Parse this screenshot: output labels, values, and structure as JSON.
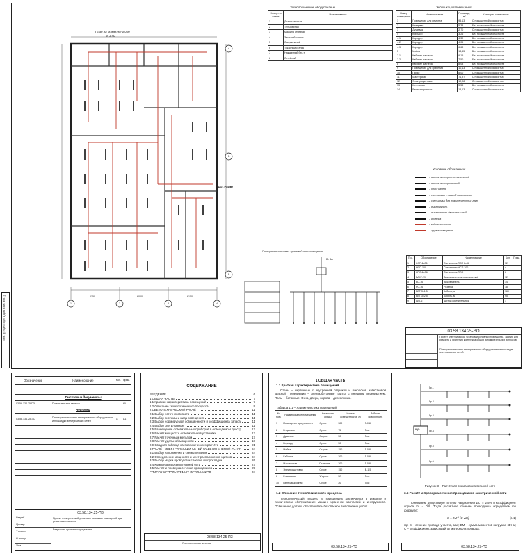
{
  "sheet_main": {
    "plan_title": "План на отметке 0.000",
    "plan_scale": "М 1:50",
    "drawing_code": "03.58.134.25-ЭО",
    "dims_bottom": [
      "6150",
      "6000",
      "6150"
    ],
    "axes_bottom": [
      "1",
      "2",
      "3",
      "4"
    ],
    "axes_right": [
      "А",
      "Б",
      "В"
    ],
    "riser_label": "ЩО1 Р=4кВт",
    "one_line_title": "Принципиальная схема групповой сети освещения",
    "feeder_label": "Вт ВА",
    "title_block_desc": "Проект электрической установки основных помещений, здания для ремонта и хранения комплекса общих вспомогательных вопросов",
    "title_block_sheet": "План расположения электрического оборудования и прокладки электрических сетей"
  },
  "equipment_table": {
    "title": "Технологическое оборудование",
    "headers": [
      "Номер на плане",
      "Наименование"
    ],
    "rows": [
      [
        "1",
        "Дизель-агрегат"
      ],
      [
        "2",
        "Тельферная"
      ],
      [
        "3",
        "Машина отрезная"
      ],
      [
        "4",
        "Заточной станок"
      ],
      [
        "5",
        "Сверлильный"
      ],
      [
        "6",
        "Токарный станок"
      ],
      [
        "7",
        "Наждачный бес-т"
      ],
      [
        "8",
        "Литейный"
      ]
    ]
  },
  "rooms_table": {
    "title": "Экспликация помещений",
    "headers": [
      "Номер помещения",
      "Наименование",
      "Площадь, м²",
      "Категория помещения"
    ],
    "rows": [
      [
        "1",
        "Помещение для ремонта",
        "95,13",
        "С повышенной опасностью"
      ],
      [
        "2",
        "Кладовая",
        "5,38",
        "Без повышенной опасности"
      ],
      [
        "3",
        "Душевая",
        "2,70",
        "С повышенной опасностью"
      ],
      [
        "4",
        "Коридор",
        "3,26",
        "Без повышенной опасности"
      ],
      [
        "4.1",
        "Коридор",
        "4,30",
        "Без повышенной опасности"
      ],
      [
        "4.2",
        "Коридор",
        "4,05",
        "Без повышенной опасности"
      ],
      [
        "4.3",
        "Коридор",
        "6,63",
        "Без повышенной опасности"
      ],
      [
        "5",
        "Мойка",
        "18,45",
        "Без повышенной опасности"
      ],
      [
        "7.1",
        "Кабинет мастера",
        "9,15",
        "Без повышенной опасности"
      ],
      [
        "7.2",
        "Кабинет мастера",
        "7,50",
        "Без повышенной опасности"
      ],
      [
        "8",
        "Кабинет мастера",
        "8,08",
        "Без повышенной опасности"
      ],
      [
        "9",
        "Помещение для хранения",
        "10,13",
        "С повышенной опасностью"
      ],
      [
        "10",
        "Гараж",
        "8,00",
        "С повышенной опасностью"
      ],
      [
        "11",
        "Мастерская",
        "71,97",
        "С повышенной опасностью"
      ],
      [
        "12",
        "Электрощитовая",
        "10,08",
        "С повышенной опасностью"
      ],
      [
        "13",
        "Котельная",
        "5,53",
        "Без повышенной опасности"
      ],
      [
        "14",
        "Вентиляционная",
        "14,13",
        "С повышенной опасностью"
      ]
    ]
  },
  "legend": {
    "title": "Условные обозначения",
    "items": [
      "– щиток электроосветительный",
      "– щиток электросиловой",
      "– опуск кабеля",
      "– светильник с лампой накаливания",
      "– светильник для люминесцентных ламп",
      "– выключатель",
      "– выключатель двухклавишный",
      "– розетка",
      "– кабельные линии",
      "– группа освещения"
    ]
  },
  "spec_table": {
    "headers": [
      "Поз.",
      "Обозначение",
      "Наименование",
      "Кол.",
      "Прим."
    ],
    "rows": [
      [
        "1",
        "ЛСП-2х36",
        "Светильник ЛСП 2х36",
        "32",
        ""
      ],
      [
        "2",
        "НСП-100",
        "Светильник НСП 100",
        "4",
        ""
      ],
      [
        "3",
        "ЛПО-2х36",
        "Светильник ЛПО",
        "6",
        ""
      ],
      [
        "4",
        "ВА47-29",
        "Выключатель автоматический",
        "12",
        ""
      ],
      [
        "5",
        "ВС-16",
        "Выключатель",
        "14",
        ""
      ],
      [
        "6",
        "РС-16",
        "Розетка",
        "18",
        ""
      ],
      [
        "7",
        "ВВГ-3х1,5",
        "Кабель, м",
        "180",
        ""
      ],
      [
        "8",
        "ВВГ-3х2,5",
        "Кабель, м",
        "95",
        ""
      ],
      [
        "9",
        "ЩО-6",
        "Щиток осветительный",
        "1",
        ""
      ]
    ]
  },
  "page1": {
    "headers": [
      "Обозначение",
      "Наименование",
      "Кол.",
      "Прим."
    ],
    "sections": [
      {
        "title": "",
        "rows": []
      },
      {
        "title": "Текстовые документы",
        "rows": [
          [
            "03.58.134.25-ПЗ",
            "Пояснительная записка",
            "",
            "60"
          ]
        ]
      },
      {
        "title": "Чертежи",
        "rows": [
          [
            "03.58.134.25-ЭО",
            "Плана расположения электрического оборудования и прокладки электрических сетей",
            "1",
            "А1"
          ]
        ]
      }
    ],
    "stamp_code": "03.58.134.25-ПЗ",
    "stamp_desc": "Проект электрической установки основных помещений для ремонта и хранения",
    "stamp_sheet": "Ведомость проектных документов",
    "roles": [
      "Разраб.",
      "Провер.",
      "Т.контр.",
      "Н.контр.",
      "Утв."
    ]
  },
  "page2": {
    "title": "СОДЕРЖАНИЕ",
    "toc": [
      [
        "ВВЕДЕНИЕ",
        "6"
      ],
      [
        "1 ОБЩАЯ ЧАСТЬ",
        "7"
      ],
      [
        "1.1 Краткая характеристика помещений",
        "7"
      ],
      [
        "1.2 Описание технологического процесса",
        "9"
      ],
      [
        "2 СВЕТОТЕХНИЧЕСКИЙ РАСЧЁТ",
        "11"
      ],
      [
        "2.1 Выбор источников света",
        "11"
      ],
      [
        "2.2 Выбор системы и вида освещения",
        "11"
      ],
      [
        "2.3 Выбор нормируемой освещённости и коэффициента запаса",
        "11"
      ],
      [
        "2.4 Выбор светильников",
        "11"
      ],
      [
        "2.5 Размещение осветительных приборов в освещаемом пространстве",
        "12"
      ],
      [
        "2.6 Расчёт мощности осветительной установки",
        "13"
      ],
      [
        "2.7 Расчёт точечным методом",
        "17"
      ],
      [
        "2.8 Расчёт удельной мощности",
        "18"
      ],
      [
        "2.9 Сводная таблица светотехнического расчёта",
        "21"
      ],
      [
        "3 РАСЧЁТ ЭЛЕКТРИЧЕСКИХ СЕТЕЙ ОСВЕТИТЕЛЬНОЙ УСТАНОВКИ",
        "24"
      ],
      [
        "3.1 Выбор напряжения и схемы питания",
        "24"
      ],
      [
        "3.2 Определение мощности и мест расположения щитков",
        "24"
      ],
      [
        "3.3 Выбор марки проводов и способа их прокладки",
        "26"
      ],
      [
        "3.4 Компоновка осветительной сети",
        "27"
      ],
      [
        "3.5 Расчёт и проверка сечения проводников",
        "29"
      ],
      [
        "СПИСОК ИСПОЛЬЗУЕМЫХ ИСТОЧНИКОВ",
        "34"
      ]
    ],
    "stamp_code": "03.58.134.25-ПЗ",
    "stamp_sheet": "Пояснительная записка"
  },
  "page3": {
    "section": "1 ОБЩАЯ ЧАСТЬ",
    "subsection": "1.1 Краткая характеристика помещений",
    "p1": "Стены – кирпичные с внутренней отделкой и покраской известковой краской. Перекрытия – железобетонные плиты, с внешним перекрытием. Полы – бетонные. Окна, двери, ворота – деревянные.",
    "table_caption": "Таблица 1.1 – Характеристика помещений",
    "table_headers": [
      "№ пом.",
      "Наименование помещения",
      "Категория среды",
      "Норма освещённости, лк",
      "Рабочая поверхность"
    ],
    "table_rows": [
      [
        "1",
        "Помещение для ремонта",
        "Сухое",
        "300",
        "Г-0,8"
      ],
      [
        "2",
        "Кладовая",
        "Сухое",
        "75",
        "Пол"
      ],
      [
        "3",
        "Душевая",
        "Сырое",
        "50",
        "Пол"
      ],
      [
        "4",
        "Коридор",
        "Сухое",
        "50",
        "Пол"
      ],
      [
        "5",
        "Мойка",
        "Сырое",
        "150",
        "Г-0,8"
      ],
      [
        "6",
        "Кабинет",
        "Сухое",
        "300",
        "Г-0,8"
      ],
      [
        "7",
        "Мастерская",
        "Пыльное",
        "300",
        "Г-0,8"
      ],
      [
        "8",
        "Электрощитовая",
        "Сухое",
        "150",
        "В-1,5"
      ],
      [
        "9",
        "Котельная",
        "Жаркое",
        "50",
        "Пол"
      ],
      [
        "10",
        "Вентиляционная",
        "Сухое",
        "20",
        "Пол"
      ]
    ],
    "subsection2": "1.2 Описание технологического процесса",
    "p2": "Технологический процесс в помещениях заключается в ремонте и техническом обслуживании машин, хранении запчастей и инструмента. Освещение должно обеспечивать безопасное выполнение работ.",
    "stamp_code": "03.58.134.25-ПЗ"
  },
  "page4": {
    "caption": "Рисунок 3 – Расчётная схема осветительной сети",
    "subsection": "3.5 Расчёт и проверка сечения проводников электрической сети",
    "p1": "Принимаем допустимую потерю напряжения ΔU = 2,5% и коэффициент спроса Кс = 0,8. Тогда расчётное сечение проводника определяем по формуле:",
    "formula": "S = ΣM / (C·ΔU)",
    "formula_num": "(3.1)",
    "p2": "где S – сечение провода участка, мм²; ΣM – сумма моментов нагрузки, кВт·м; C – коэффициент, зависящий от материала провода.",
    "stamp_code": "03.58.134.25-ПЗ",
    "shield": "ЩО",
    "group_labels": [
      "Гр.1",
      "Гр.2",
      "Гр.3",
      "Гр.4",
      "Гр.5",
      "Гр.6"
    ]
  },
  "left_strip": "Инв. № подл. Подп. и дата Взам. инв. №"
}
